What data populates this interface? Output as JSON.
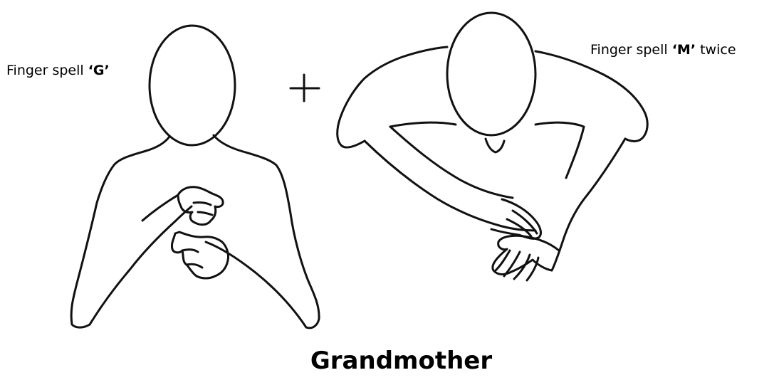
{
  "left_caption": {
    "prefix": "Finger spell ",
    "letter": "‘G’"
  },
  "right_caption": {
    "prefix": "Finger spell ",
    "letter": "‘M’",
    "suffix": " twice"
  },
  "plus_sign": "+",
  "title": "Grandmother",
  "colors": {
    "line": "#111111",
    "background": "#ffffff"
  }
}
